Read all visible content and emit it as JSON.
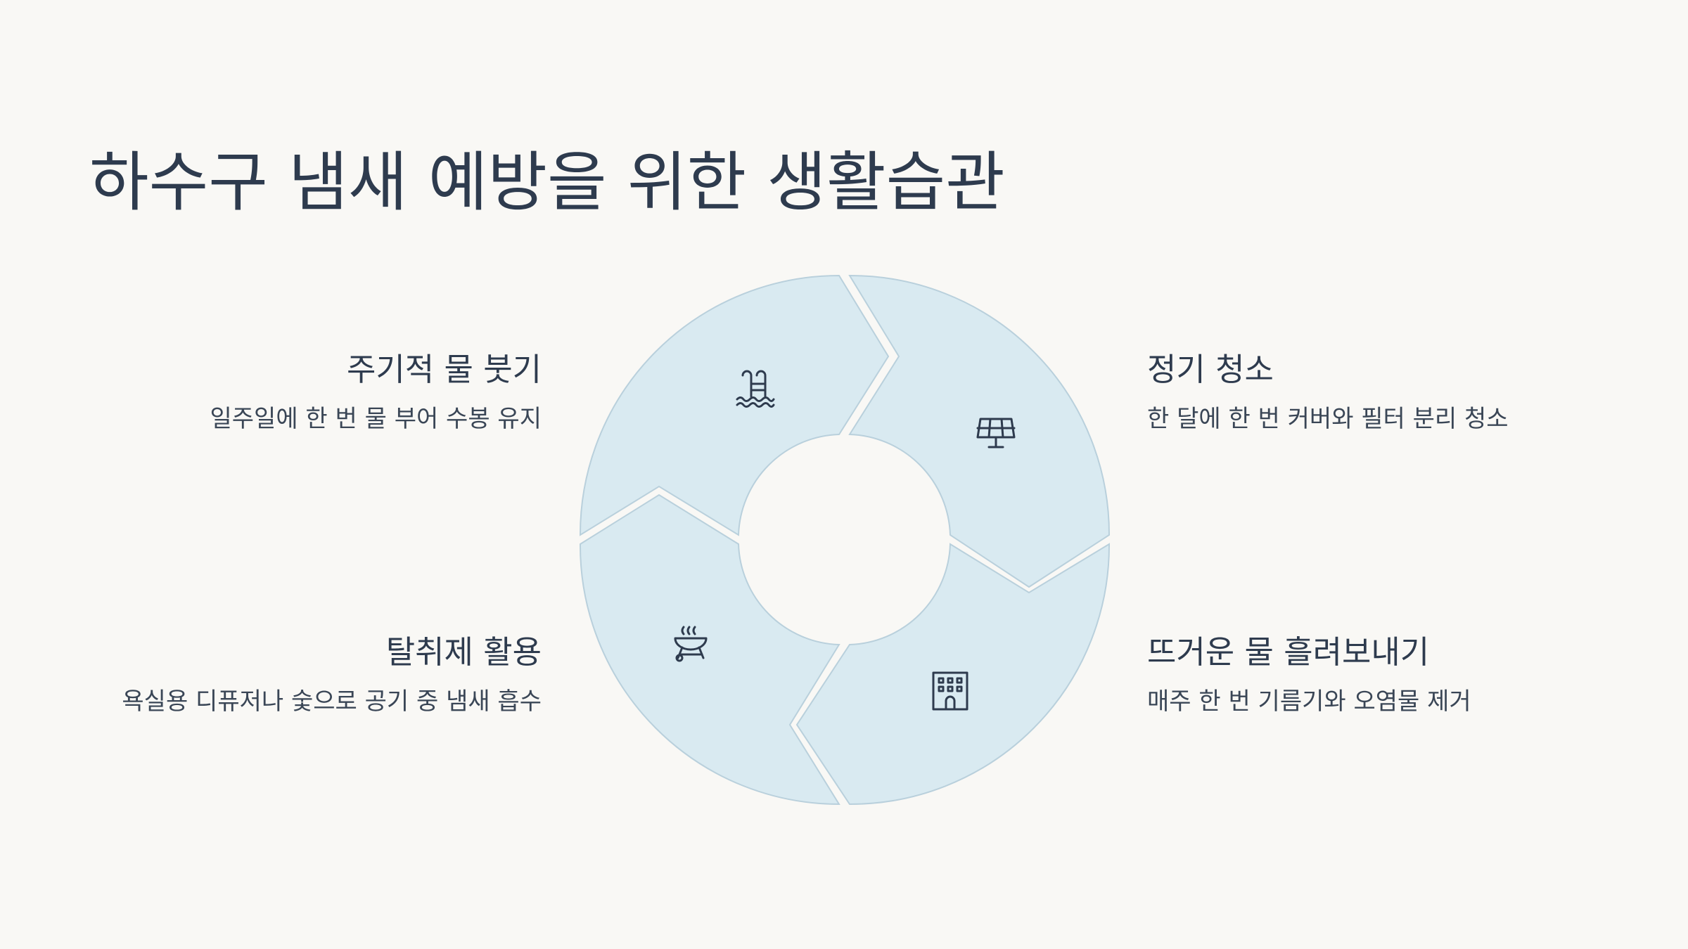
{
  "title": "하수구 냄새 예방을 위한 생활습관",
  "items": [
    {
      "title": "주기적 물 붓기",
      "description": "일주일에 한 번 물 부어 수봉 유지",
      "icon": "swimming-pool-icon"
    },
    {
      "title": "정기 청소",
      "description": "한 달에 한 번 커버와 필터 분리 청소",
      "icon": "solar-panel-icon"
    },
    {
      "title": "탈취제 활용",
      "description": "욕실용 디퓨저나 숯으로 공기 중 냄새 흡수",
      "icon": "grill-icon"
    },
    {
      "title": "뜨거운 물 흘려보내기",
      "description": "매주 한 번 기름기와 오염물 제거",
      "icon": "building-icon"
    }
  ],
  "colors": {
    "background": "#f9f8f5",
    "segment_fill": "#d9eaf1",
    "segment_stroke": "#b9d0dc",
    "text": "#2e3b4e"
  }
}
